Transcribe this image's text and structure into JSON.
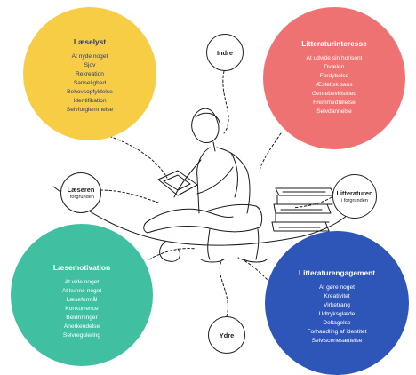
{
  "colors": {
    "laeselyst": "#f8cd46",
    "litteraturinteresse": "#ef7272",
    "laesemotivation": "#40c0a0",
    "litteraturengagement": "#2e55b8"
  },
  "illustration": "line-drawing-person-reading-tablet-with-book-stack",
  "bubbles": {
    "laeselyst": {
      "title": "Læselyst",
      "items": [
        "At nyde noget",
        "Sjov",
        "Rekreation",
        "Sanselighed",
        "Behovsopfyldelse",
        "Identifikation",
        "Selvforglemmelse"
      ]
    },
    "litteraturinteresse": {
      "title": "Litteraturinteresse",
      "items": [
        "At udvide sin horisont",
        "Dvælen",
        "Fordybelse",
        "Æstetisk sans",
        "Genrebevidsthed",
        "Fremmedfølelse",
        "Selvdannelse"
      ]
    },
    "laesemotivation": {
      "title": "Læsemotivation",
      "items": [
        "At vide noget",
        "At kunne noget",
        "Læseformål",
        "Konkurrence",
        "Belønninger",
        "Anerkendelse",
        "Selvregulering"
      ]
    },
    "litteraturengagement": {
      "title": "Litteraturengagement",
      "items": [
        "At gøre noget",
        "Kreativitet",
        "Virketrang",
        "Udtryksglæde",
        "Deltagelse",
        "Forhandling af identitet",
        "Selviscenesættelse"
      ]
    }
  },
  "nodes": {
    "indre": {
      "title": "Indre"
    },
    "ydre": {
      "title": "Ydre"
    },
    "laeseren": {
      "title": "Læseren",
      "subtitle": "i forgrunden"
    },
    "litteraturen": {
      "title": "Litteraturen",
      "subtitle": "i forgrunden"
    }
  }
}
